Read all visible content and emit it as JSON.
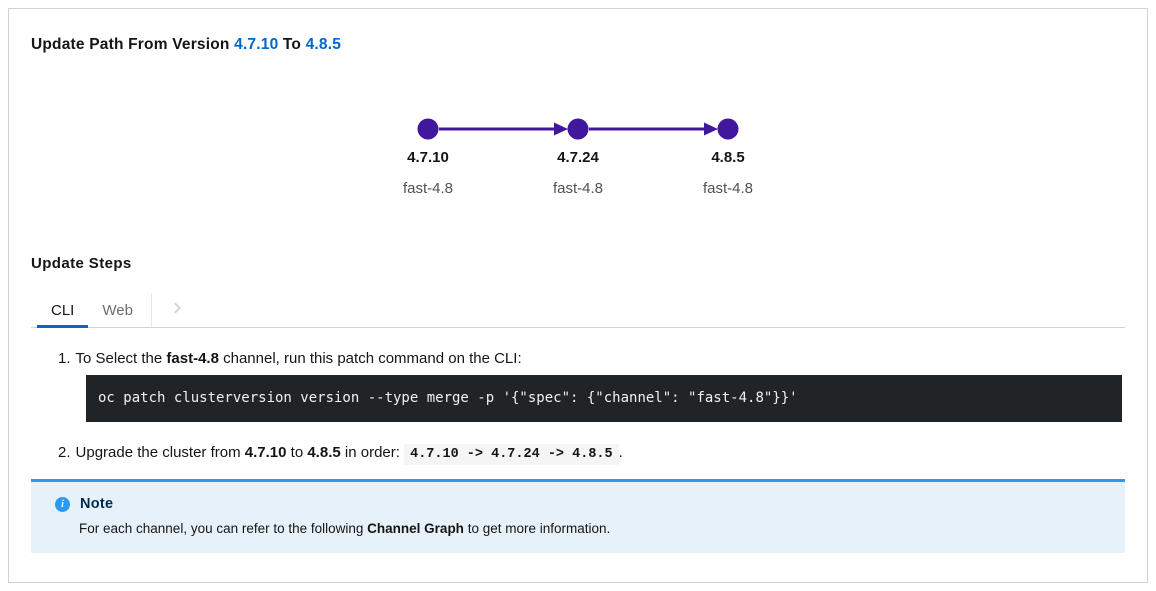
{
  "colors": {
    "purple": "#41179E",
    "link": "#0066CC",
    "tab_blue": "#0066CC",
    "alert_border": "#2B9AF3",
    "alert_bg": "#E7F1FA",
    "code_bg": "#212427",
    "border": "#D2D2D2"
  },
  "header": {
    "title_pre": "Update Path From Version ",
    "from_version": "4.7.10",
    "title_mid": " To ",
    "to_version": "4.8.5"
  },
  "graph": {
    "nodes": [
      {
        "version": "4.7.10",
        "channel": "fast-4.8"
      },
      {
        "version": "4.7.24",
        "channel": "fast-4.8"
      },
      {
        "version": "4.8.5",
        "channel": "fast-4.8"
      }
    ]
  },
  "steps_section": {
    "heading": "Update Steps",
    "tabs": [
      {
        "label": "CLI"
      },
      {
        "label": "Web"
      }
    ],
    "scroll_icon": "chevron-right-icon"
  },
  "steps": {
    "one": {
      "num": "1.",
      "pre": "To Select the ",
      "bold": "fast-4.8",
      "post": " channel, run this patch command on the CLI:",
      "command": "oc patch clusterversion version --type merge -p '{\"spec\": {\"channel\": \"fast-4.8\"}}'"
    },
    "two": {
      "num": "2.",
      "pre": "Upgrade the cluster from ",
      "from": "4.7.10",
      "mid": " to ",
      "to": "4.8.5",
      "post": " in order: ",
      "path": "4.7.10 -> 4.7.24 -> 4.8.5",
      "suffix": "."
    }
  },
  "note": {
    "title": "Note",
    "pre": "For each channel, you can refer to the following ",
    "bold": "Channel Graph",
    "post": " to get more information."
  }
}
